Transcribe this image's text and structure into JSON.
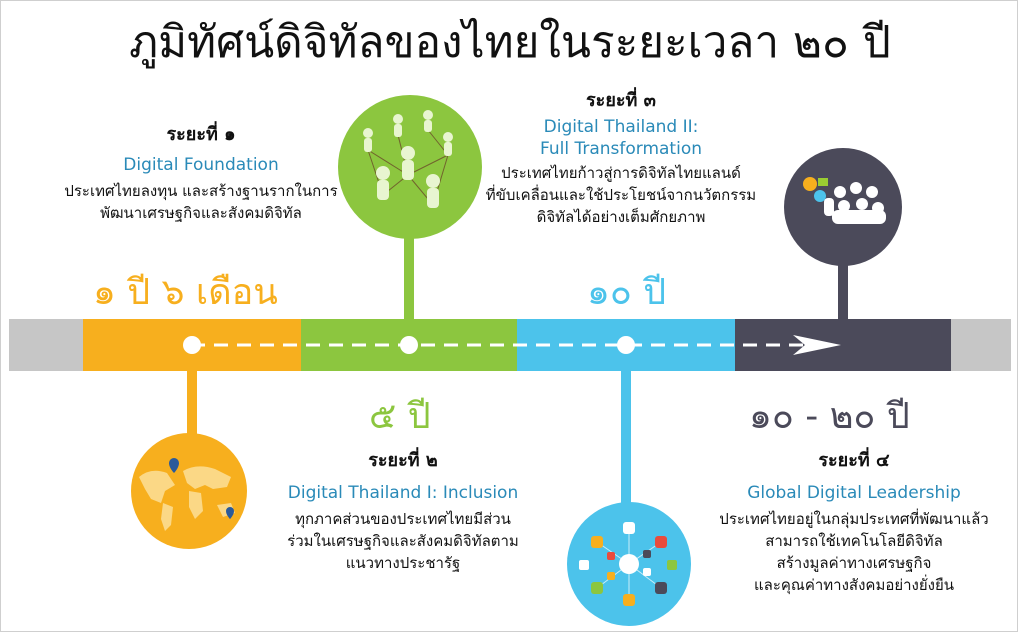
{
  "title": "ภูมิทัศน์ดิจิทัลของไทยในระยะเวลา ๒๐ ปี",
  "colors": {
    "orange": "#F7AF1E",
    "green": "#8CC63F",
    "blue": "#4CC3EB",
    "navy": "#4B4A5A",
    "gray": "#C6C6C6",
    "dark_blue_text": "#2A8AB8"
  },
  "phases": [
    {
      "label": "ระยะที่ ๑",
      "name": "Digital Foundation",
      "desc_lines": [
        "ประเทศไทยลงทุน และสร้างฐานรากในการ",
        "พัฒนาเศรษฐกิจและสังคมดิจิทัล"
      ],
      "duration": "๑ ปี ๖ เดือน",
      "icon": "people-network-icon"
    },
    {
      "label": "ระยะที่ ๒",
      "name": "Digital Thailand I: Inclusion",
      "desc_lines": [
        "ทุกภาคส่วนของประเทศไทยมีส่วน",
        "ร่วมในเศรษฐกิจและสังคมดิจิทัลตาม",
        "แนวทางประชารัฐ"
      ],
      "duration": "๕ ปี",
      "icon": "world-map-icon"
    },
    {
      "label": "ระยะที่ ๓",
      "name_lines": [
        "Digital Thailand II:",
        "Full Transformation"
      ],
      "desc_lines": [
        "ประเทศไทยก้าวสู่การดิจิทัลไทยแลนด์",
        "ที่ขับเคลื่อนและใช้ประโยชน์จากนวัตกรรม",
        "ดิจิทัลได้อย่างเต็มศักยภาพ"
      ],
      "duration": "๑๐ ปี",
      "icon": "digital-apps-icon"
    },
    {
      "label": "ระยะที่ ๔",
      "name": "Global Digital Leadership",
      "desc_lines": [
        "ประเทศไทยอยู่ในกลุ่มประเทศที่พัฒนาแล้ว",
        "สามารถใช้เทคโนโลยีดิจิทัล",
        "สร้างมูลค่าทางเศรษฐกิจ",
        "และคุณค่าทางสังคมอย่างยั่งยืน"
      ],
      "duration": "๑๐ - ๒๐ ปี",
      "icon": "global-leaders-icon"
    }
  ]
}
